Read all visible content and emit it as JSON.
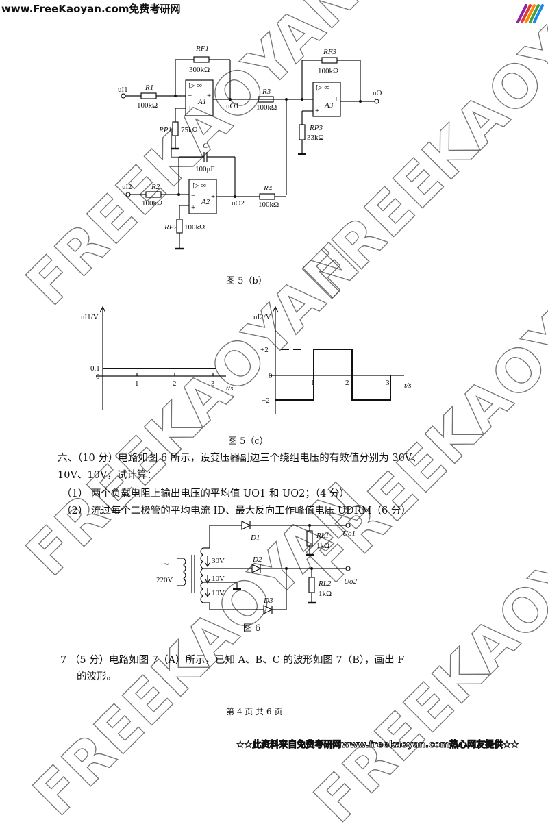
{
  "header": {
    "site": "www.FreeKaoyan.com免费考研网"
  },
  "watermark": "FREEKAOYAN",
  "fig5b": {
    "caption": "图 5（b）",
    "labels": {
      "ui1": "uI1",
      "ui2": "uI2",
      "uo": "uO",
      "uo1": "uO1",
      "uo2": "uO2",
      "r1": "R1",
      "r1v": "100kΩ",
      "rf1": "RF1",
      "rf1v": "300kΩ",
      "rp1": "RP1",
      "rp1v": "75kΩ",
      "a1": "A1",
      "r3": "R3",
      "r3v": "100kΩ",
      "rf3": "RF3",
      "rf3v": "100kΩ",
      "rp3": "RP3",
      "rp3v": "33kΩ",
      "a3": "A3",
      "c": "C",
      "cv": "100μF",
      "r2": "R2",
      "r2v": "100kΩ",
      "rp2": "RP2",
      "rp2v": "100kΩ",
      "a2": "A2",
      "r4": "R4",
      "r4v": "100kΩ",
      "opamp_sym": "▷ ∞",
      "minus": "−",
      "plus": "+"
    }
  },
  "fig5c": {
    "caption": "图 5（c）",
    "left": {
      "ylabel": "uI1/V",
      "xlabel": "t/s",
      "yticks": [
        "0.1",
        "0"
      ],
      "xticks": [
        "1",
        "2",
        "3"
      ]
    },
    "right": {
      "ylabel": "uI2/V",
      "xlabel": "t/s",
      "yticks": [
        "+2",
        "0",
        "−2"
      ],
      "xticks": [
        "1",
        "2",
        "3"
      ]
    }
  },
  "q6": {
    "line1": "六、（10 分）电路如图 6 所示，设变压器副边三个绕组电压的有效值分别为 30V、",
    "line2": "10V、10V，试计算：",
    "item1": "（1）  两个负载电阻上输出电压的平均值 UO1 和 UO2；（4 分）",
    "item2": "（2）  流过每个二极管的平均电流 ID、最大反向工作峰值电压 UDRM（6 分）"
  },
  "fig6": {
    "caption": "图 6",
    "labels": {
      "d1": "D1",
      "d2": "D2",
      "d3": "D3",
      "rl1": "RL1",
      "rl1v": "1kΩ",
      "rl2": "RL2",
      "rl2v": "1kΩ",
      "uo1": "Uo1",
      "uo2": "Uo2",
      "v220": "220V",
      "v30": "30V",
      "v10a": "10V",
      "v10b": "10V",
      "ac": "~"
    }
  },
  "q7": {
    "line1": "7    （5 分）电路如图 7（A）所示，已知 A、B、C 的波形如图 7（B），画出 F",
    "line2": "的波形。"
  },
  "footer": {
    "page": "第 4 页 共 6 页"
  },
  "banner": "★★此资料来自免费考研网www.freekaoyan.com热心网友提供★★"
}
